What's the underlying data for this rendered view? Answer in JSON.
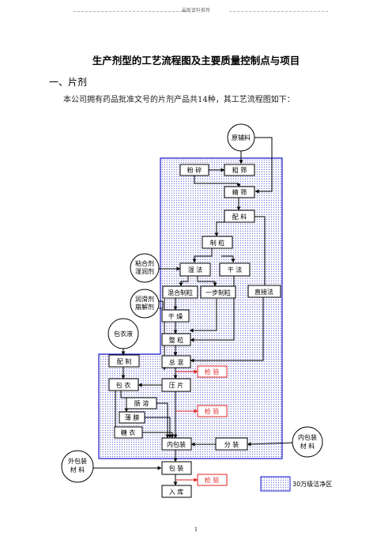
{
  "header": {
    "text": "最新资料推荐"
  },
  "title": "生产剂型的工艺流程图及主要质量控制点与项目",
  "section": "一、片剂",
  "intro": "本公司拥有药品批准文号的片剂产品共14种，其工艺流程图如下：",
  "flow": {
    "raw": "原辅料",
    "crush": "粉 碎",
    "coarse": "粗 筛",
    "fine": "精 筛",
    "batch": "配 料",
    "gran": "制 粒",
    "wet": "湿 法",
    "dry": "干 法",
    "mix": "混合制粒",
    "onestep": "一步制粒",
    "direct": "直接法",
    "drying": "干 燥",
    "sizing": "整 粒",
    "blend": "总 混",
    "press": "压 片",
    "prep": "配 制",
    "coat": "包 衣",
    "enteric": "肠 溶",
    "film": "薄 膜",
    "sugar": "糖 衣",
    "inner_pack": "内包装",
    "split": "分 装",
    "pack": "包 装",
    "store": "入 库",
    "binder_1": "粘合剂",
    "binder_2": "湿润剂",
    "lub_1": "润滑剂",
    "lub_2": "崩解剂",
    "coat_liquid": "包衣液",
    "inner_mat_1": "内包装",
    "inner_mat_2": "材 料",
    "outer_mat_1": "外包装",
    "outer_mat_2": "材 料",
    "inspect_1": "检 验",
    "inspect_2": "检 验",
    "inspect_3": "检 验",
    "legend": "30万级洁净区"
  },
  "page_number": "1",
  "colors": {
    "clean_zone_border": "#1a1acc",
    "clean_zone_dots": "#3333cc",
    "inspect": "#dd2222"
  }
}
